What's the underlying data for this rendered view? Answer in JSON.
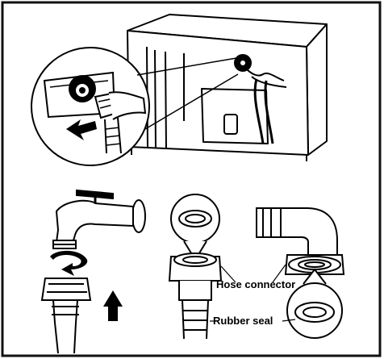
{
  "labels": {
    "hose_connector": "Hose connector",
    "rubber_seal": "Rubber seal"
  },
  "colors": {
    "ink": "#000000",
    "paper": "#ffffff",
    "frame": "#1a1a1a"
  },
  "icons": [
    "washing-machine",
    "magnified-inlet-valve",
    "faucet",
    "up-arrow",
    "rotation-arrow",
    "hose-connector",
    "rubber-seal",
    "elbow-hose"
  ]
}
